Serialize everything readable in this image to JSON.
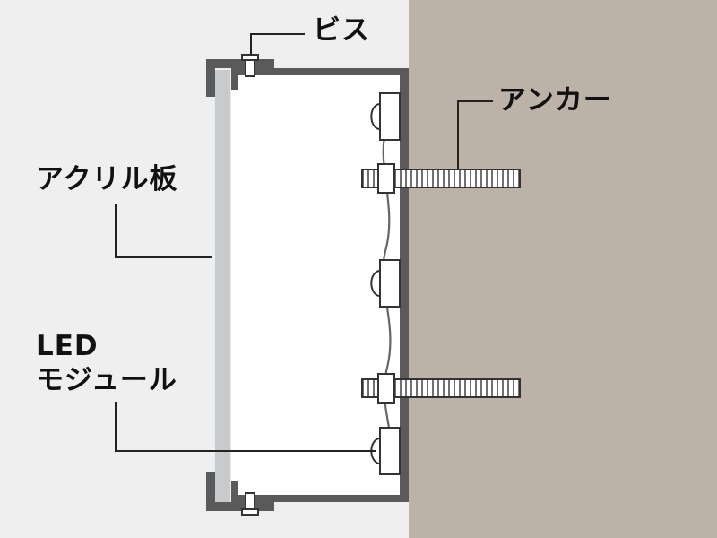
{
  "labels": {
    "screw": "ビス",
    "anchor": "アンカー",
    "acrylic": "アクリル板",
    "led_line1": "LED",
    "led_line2": "モジュール"
  },
  "colors": {
    "room": "#efefef",
    "wall": "#bdb2a8",
    "frame": "#5a5a5a",
    "acrylic": "#c7cbcd",
    "interior": "#ffffff",
    "line": "#222222"
  },
  "icons": {
    "screw": "screw-icon",
    "anchor": "anchor-bolt-icon",
    "led": "led-module-icon"
  }
}
